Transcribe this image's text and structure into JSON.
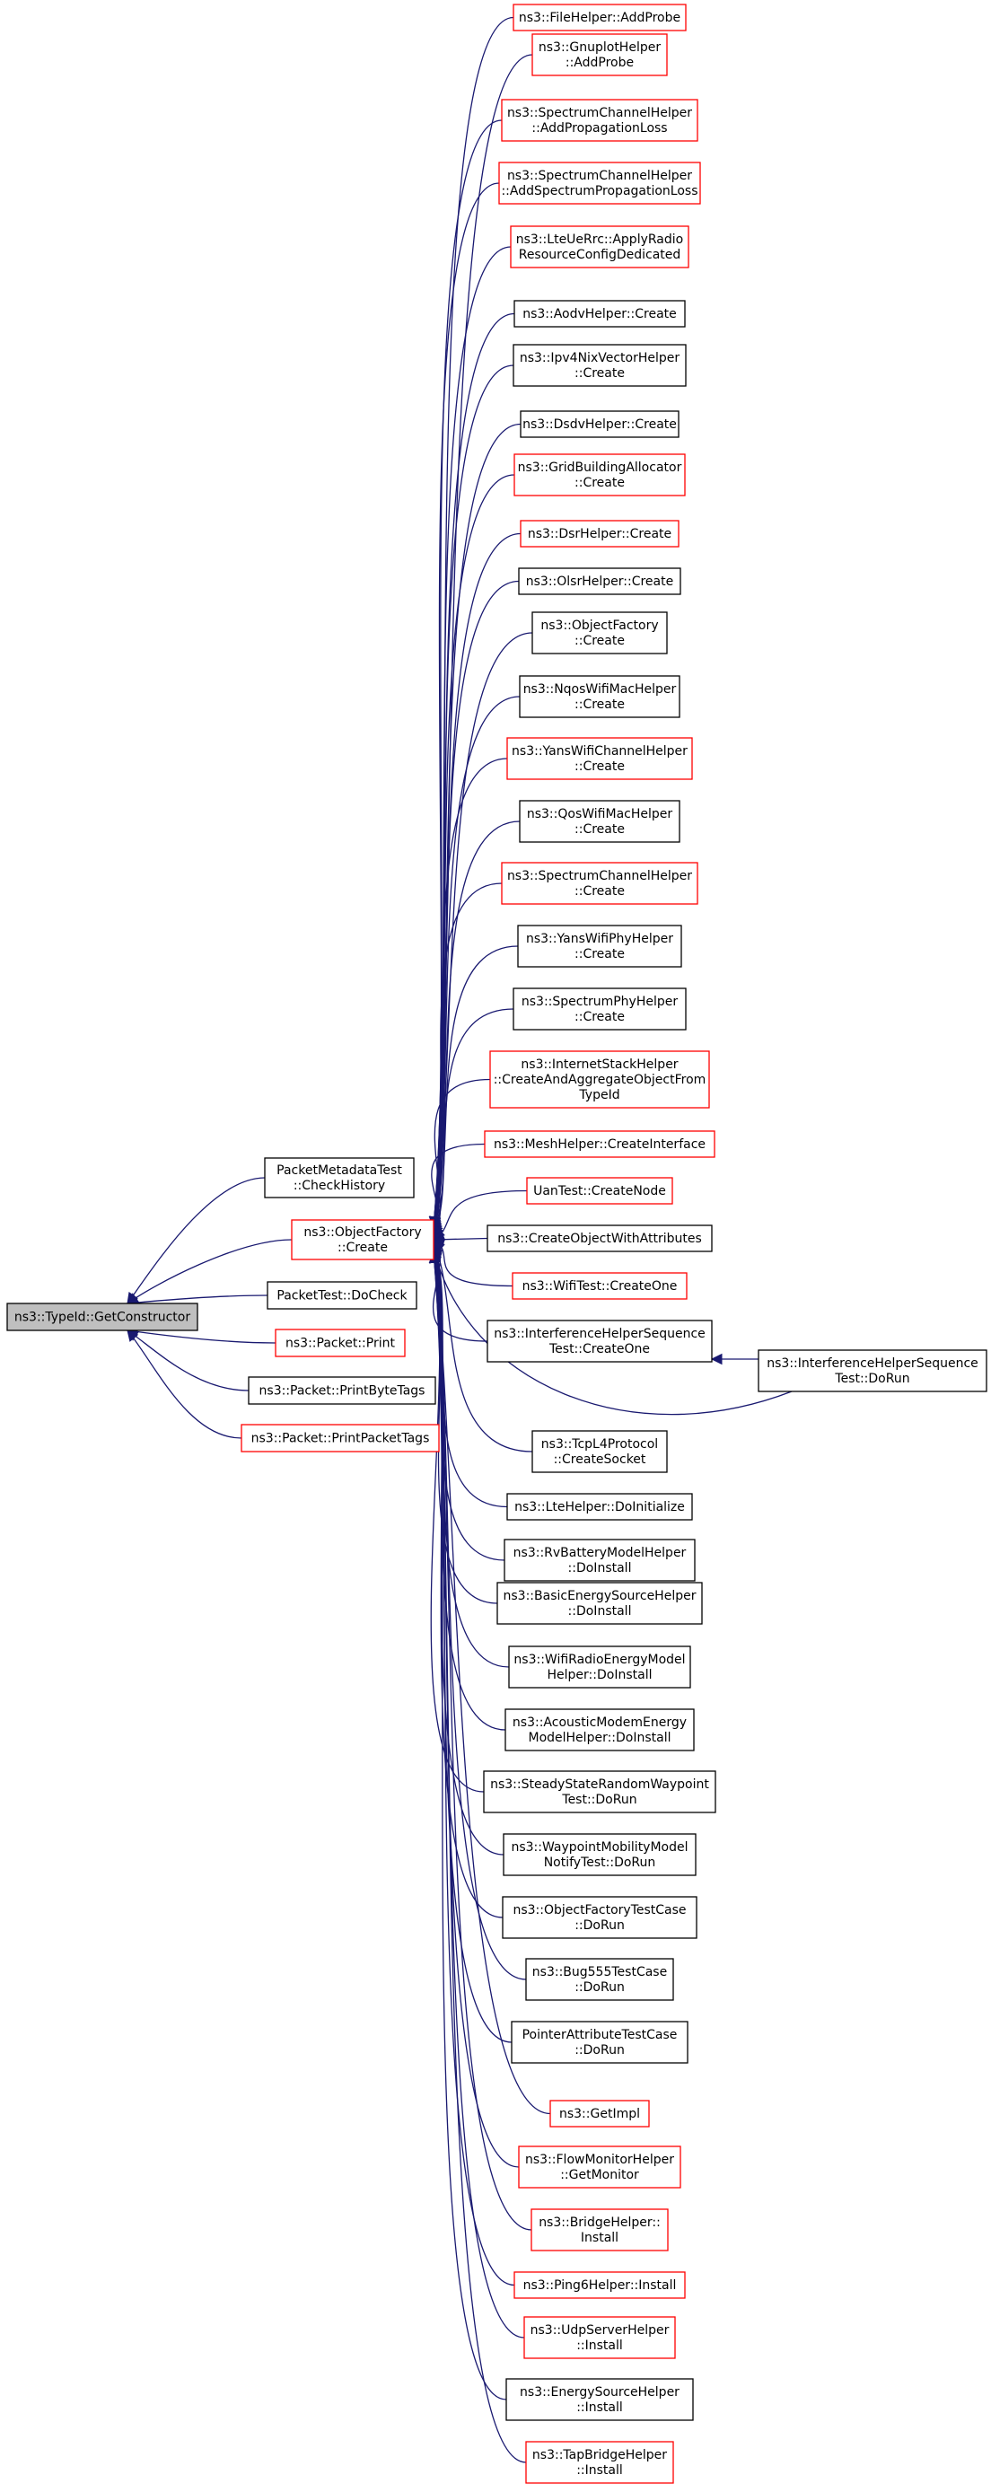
{
  "colors": {
    "edge": "#191970",
    "root_fill": "#bfbfbf",
    "root_border": "#000000",
    "border_linked": "#000000",
    "border_external": "#ff0000",
    "node_fill": "#ffffff"
  },
  "nodes": [
    {
      "id": "root",
      "lines": [
        "ns3::TypeId::GetConstructor"
      ],
      "style": "root"
    },
    {
      "id": "pmt",
      "lines": [
        "PacketMetadataTest",
        "::CheckHistory"
      ],
      "style": "black"
    },
    {
      "id": "of",
      "lines": [
        "ns3::ObjectFactory",
        "::Create"
      ],
      "style": "red"
    },
    {
      "id": "ptd",
      "lines": [
        "PacketTest::DoCheck"
      ],
      "style": "black"
    },
    {
      "id": "pp",
      "lines": [
        "ns3::Packet::Print"
      ],
      "style": "red"
    },
    {
      "id": "ppbt",
      "lines": [
        "ns3::Packet::PrintByteTags"
      ],
      "style": "black"
    },
    {
      "id": "pppt",
      "lines": [
        "ns3::Packet::PrintPacketTags"
      ],
      "style": "red"
    },
    {
      "id": "c0",
      "lines": [
        "ns3::FileHelper::AddProbe"
      ],
      "style": "red"
    },
    {
      "id": "c1",
      "lines": [
        "ns3::GnuplotHelper",
        "::AddProbe"
      ],
      "style": "red"
    },
    {
      "id": "c2",
      "lines": [
        "ns3::SpectrumChannelHelper",
        "::AddPropagationLoss"
      ],
      "style": "red"
    },
    {
      "id": "c3",
      "lines": [
        "ns3::SpectrumChannelHelper",
        "::AddSpectrumPropagationLoss"
      ],
      "style": "red"
    },
    {
      "id": "c4",
      "lines": [
        "ns3::LteUeRrc::ApplyRadio",
        "ResourceConfigDedicated"
      ],
      "style": "red"
    },
    {
      "id": "c5",
      "lines": [
        "ns3::AodvHelper::Create"
      ],
      "style": "black"
    },
    {
      "id": "c6",
      "lines": [
        "ns3::Ipv4NixVectorHelper",
        "::Create"
      ],
      "style": "black"
    },
    {
      "id": "c7",
      "lines": [
        "ns3::DsdvHelper::Create"
      ],
      "style": "black"
    },
    {
      "id": "c8",
      "lines": [
        "ns3::GridBuildingAllocator",
        "::Create"
      ],
      "style": "red"
    },
    {
      "id": "c9",
      "lines": [
        "ns3::DsrHelper::Create"
      ],
      "style": "red"
    },
    {
      "id": "c10",
      "lines": [
        "ns3::OlsrHelper::Create"
      ],
      "style": "black"
    },
    {
      "id": "c11",
      "lines": [
        "ns3::ObjectFactory",
        "::Create"
      ],
      "style": "black"
    },
    {
      "id": "c12",
      "lines": [
        "ns3::NqosWifiMacHelper",
        "::Create"
      ],
      "style": "black"
    },
    {
      "id": "c13",
      "lines": [
        "ns3::YansWifiChannelHelper",
        "::Create"
      ],
      "style": "red"
    },
    {
      "id": "c14",
      "lines": [
        "ns3::QosWifiMacHelper",
        "::Create"
      ],
      "style": "black"
    },
    {
      "id": "c15",
      "lines": [
        "ns3::SpectrumChannelHelper",
        "::Create"
      ],
      "style": "red"
    },
    {
      "id": "c16",
      "lines": [
        "ns3::YansWifiPhyHelper",
        "::Create"
      ],
      "style": "black"
    },
    {
      "id": "c17",
      "lines": [
        "ns3::SpectrumPhyHelper",
        "::Create"
      ],
      "style": "black"
    },
    {
      "id": "c18",
      "lines": [
        "ns3::InternetStackHelper",
        "::CreateAndAggregateObjectFrom",
        "TypeId"
      ],
      "style": "red"
    },
    {
      "id": "c19",
      "lines": [
        "ns3::MeshHelper::CreateInterface"
      ],
      "style": "red"
    },
    {
      "id": "c20",
      "lines": [
        "UanTest::CreateNode"
      ],
      "style": "red"
    },
    {
      "id": "c21",
      "lines": [
        "ns3::CreateObjectWithAttributes"
      ],
      "style": "black"
    },
    {
      "id": "c22",
      "lines": [
        "ns3::WifiTest::CreateOne"
      ],
      "style": "red"
    },
    {
      "id": "c23",
      "lines": [
        "ns3::InterferenceHelperSequence",
        "Test::CreateOne"
      ],
      "style": "black"
    },
    {
      "id": "far",
      "lines": [
        "ns3::InterferenceHelperSequence",
        "Test::DoRun"
      ],
      "style": "black"
    },
    {
      "id": "c24",
      "lines": [
        "ns3::TcpL4Protocol",
        "::CreateSocket"
      ],
      "style": "black"
    },
    {
      "id": "c25",
      "lines": [
        "ns3::LteHelper::DoInitialize"
      ],
      "style": "black"
    },
    {
      "id": "c26",
      "lines": [
        "ns3::RvBatteryModelHelper",
        "::DoInstall"
      ],
      "style": "black"
    },
    {
      "id": "c27",
      "lines": [
        "ns3::BasicEnergySourceHelper",
        "::DoInstall"
      ],
      "style": "black"
    },
    {
      "id": "c28",
      "lines": [
        "ns3::WifiRadioEnergyModel",
        "Helper::DoInstall"
      ],
      "style": "black"
    },
    {
      "id": "c29",
      "lines": [
        "ns3::AcousticModemEnergy",
        "ModelHelper::DoInstall"
      ],
      "style": "black"
    },
    {
      "id": "c30",
      "lines": [
        "ns3::SteadyStateRandomWaypoint",
        "Test::DoRun"
      ],
      "style": "black"
    },
    {
      "id": "c31",
      "lines": [
        "ns3::WaypointMobilityModel",
        "NotifyTest::DoRun"
      ],
      "style": "black"
    },
    {
      "id": "c32",
      "lines": [
        "ns3::ObjectFactoryTestCase",
        "::DoRun"
      ],
      "style": "black"
    },
    {
      "id": "c33",
      "lines": [
        "ns3::Bug555TestCase",
        "::DoRun"
      ],
      "style": "black"
    },
    {
      "id": "c34",
      "lines": [
        "PointerAttributeTestCase",
        "::DoRun"
      ],
      "style": "black"
    },
    {
      "id": "c35",
      "lines": [
        "ns3::GetImpl"
      ],
      "style": "red"
    },
    {
      "id": "c36",
      "lines": [
        "ns3::FlowMonitorHelper",
        "::GetMonitor"
      ],
      "style": "red"
    },
    {
      "id": "c37",
      "lines": [
        "ns3::BridgeHelper::",
        "Install"
      ],
      "style": "red"
    },
    {
      "id": "c38",
      "lines": [
        "ns3::Ping6Helper::Install"
      ],
      "style": "red"
    },
    {
      "id": "c39",
      "lines": [
        "ns3::UdpServerHelper",
        "::Install"
      ],
      "style": "red"
    },
    {
      "id": "c40",
      "lines": [
        "ns3::EnergySourceHelper",
        "::Install"
      ],
      "style": "black"
    },
    {
      "id": "c41",
      "lines": [
        "ns3::TapBridgeHelper",
        "::Install"
      ],
      "style": "red"
    }
  ],
  "edges": [
    {
      "from": "pmt",
      "to": "root"
    },
    {
      "from": "of",
      "to": "root"
    },
    {
      "from": "ptd",
      "to": "root"
    },
    {
      "from": "pp",
      "to": "root"
    },
    {
      "from": "ppbt",
      "to": "root"
    },
    {
      "from": "pppt",
      "to": "root"
    },
    {
      "from": "c0",
      "to": "of"
    },
    {
      "from": "c1",
      "to": "of"
    },
    {
      "from": "c2",
      "to": "of"
    },
    {
      "from": "c3",
      "to": "of"
    },
    {
      "from": "c4",
      "to": "of"
    },
    {
      "from": "c5",
      "to": "of"
    },
    {
      "from": "c6",
      "to": "of"
    },
    {
      "from": "c7",
      "to": "of"
    },
    {
      "from": "c8",
      "to": "of"
    },
    {
      "from": "c9",
      "to": "of"
    },
    {
      "from": "c10",
      "to": "of"
    },
    {
      "from": "c11",
      "to": "of"
    },
    {
      "from": "c12",
      "to": "of"
    },
    {
      "from": "c13",
      "to": "of"
    },
    {
      "from": "c14",
      "to": "of"
    },
    {
      "from": "c15",
      "to": "of"
    },
    {
      "from": "c16",
      "to": "of"
    },
    {
      "from": "c17",
      "to": "of"
    },
    {
      "from": "c18",
      "to": "of"
    },
    {
      "from": "c19",
      "to": "of"
    },
    {
      "from": "c20",
      "to": "of"
    },
    {
      "from": "c21",
      "to": "of"
    },
    {
      "from": "c22",
      "to": "of"
    },
    {
      "from": "c23",
      "to": "of"
    },
    {
      "from": "far",
      "to": "of"
    },
    {
      "from": "far",
      "to": "c23"
    },
    {
      "from": "c24",
      "to": "of"
    },
    {
      "from": "c25",
      "to": "of"
    },
    {
      "from": "c26",
      "to": "of"
    },
    {
      "from": "c27",
      "to": "of"
    },
    {
      "from": "c28",
      "to": "of"
    },
    {
      "from": "c29",
      "to": "of"
    },
    {
      "from": "c30",
      "to": "of"
    },
    {
      "from": "c31",
      "to": "of"
    },
    {
      "from": "c32",
      "to": "of"
    },
    {
      "from": "c33",
      "to": "of"
    },
    {
      "from": "c34",
      "to": "of"
    },
    {
      "from": "c35",
      "to": "of"
    },
    {
      "from": "c36",
      "to": "of"
    },
    {
      "from": "c37",
      "to": "of"
    },
    {
      "from": "c38",
      "to": "of"
    },
    {
      "from": "c39",
      "to": "of"
    },
    {
      "from": "c40",
      "to": "of"
    },
    {
      "from": "c41",
      "to": "of"
    }
  ]
}
